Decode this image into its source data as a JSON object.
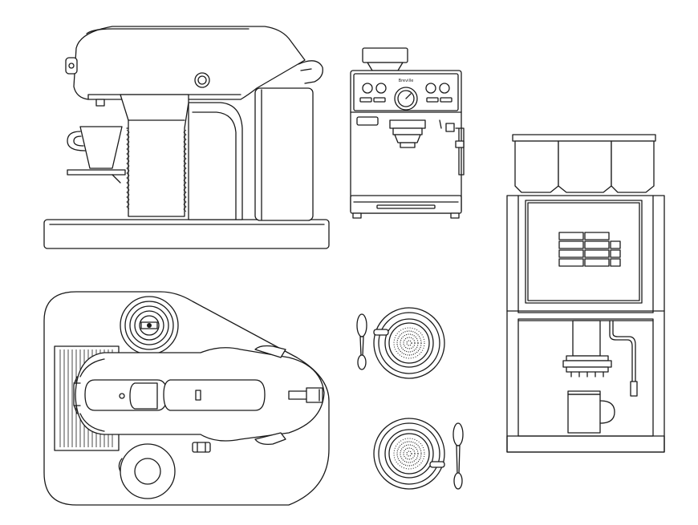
{
  "drawing": {
    "background": "#ffffff",
    "line_color": "#1a1a1a",
    "objects": [
      {
        "id": "capsule-machine-side",
        "icon": "capsule-coffee-machine-side-icon"
      },
      {
        "id": "espresso-machine-front",
        "icon": "espresso-machine-front-icon",
        "brand_text": "Breville"
      },
      {
        "id": "superautomatic-machine-front",
        "icon": "bean-to-cup-machine-front-icon"
      },
      {
        "id": "capsule-machine-top",
        "icon": "capsule-coffee-machine-top-icon"
      },
      {
        "id": "cup-saucer-spoon-top-1",
        "icon": "coffee-cup-top-icon"
      },
      {
        "id": "cup-saucer-spoon-top-2",
        "icon": "coffee-cup-top-icon"
      }
    ]
  }
}
